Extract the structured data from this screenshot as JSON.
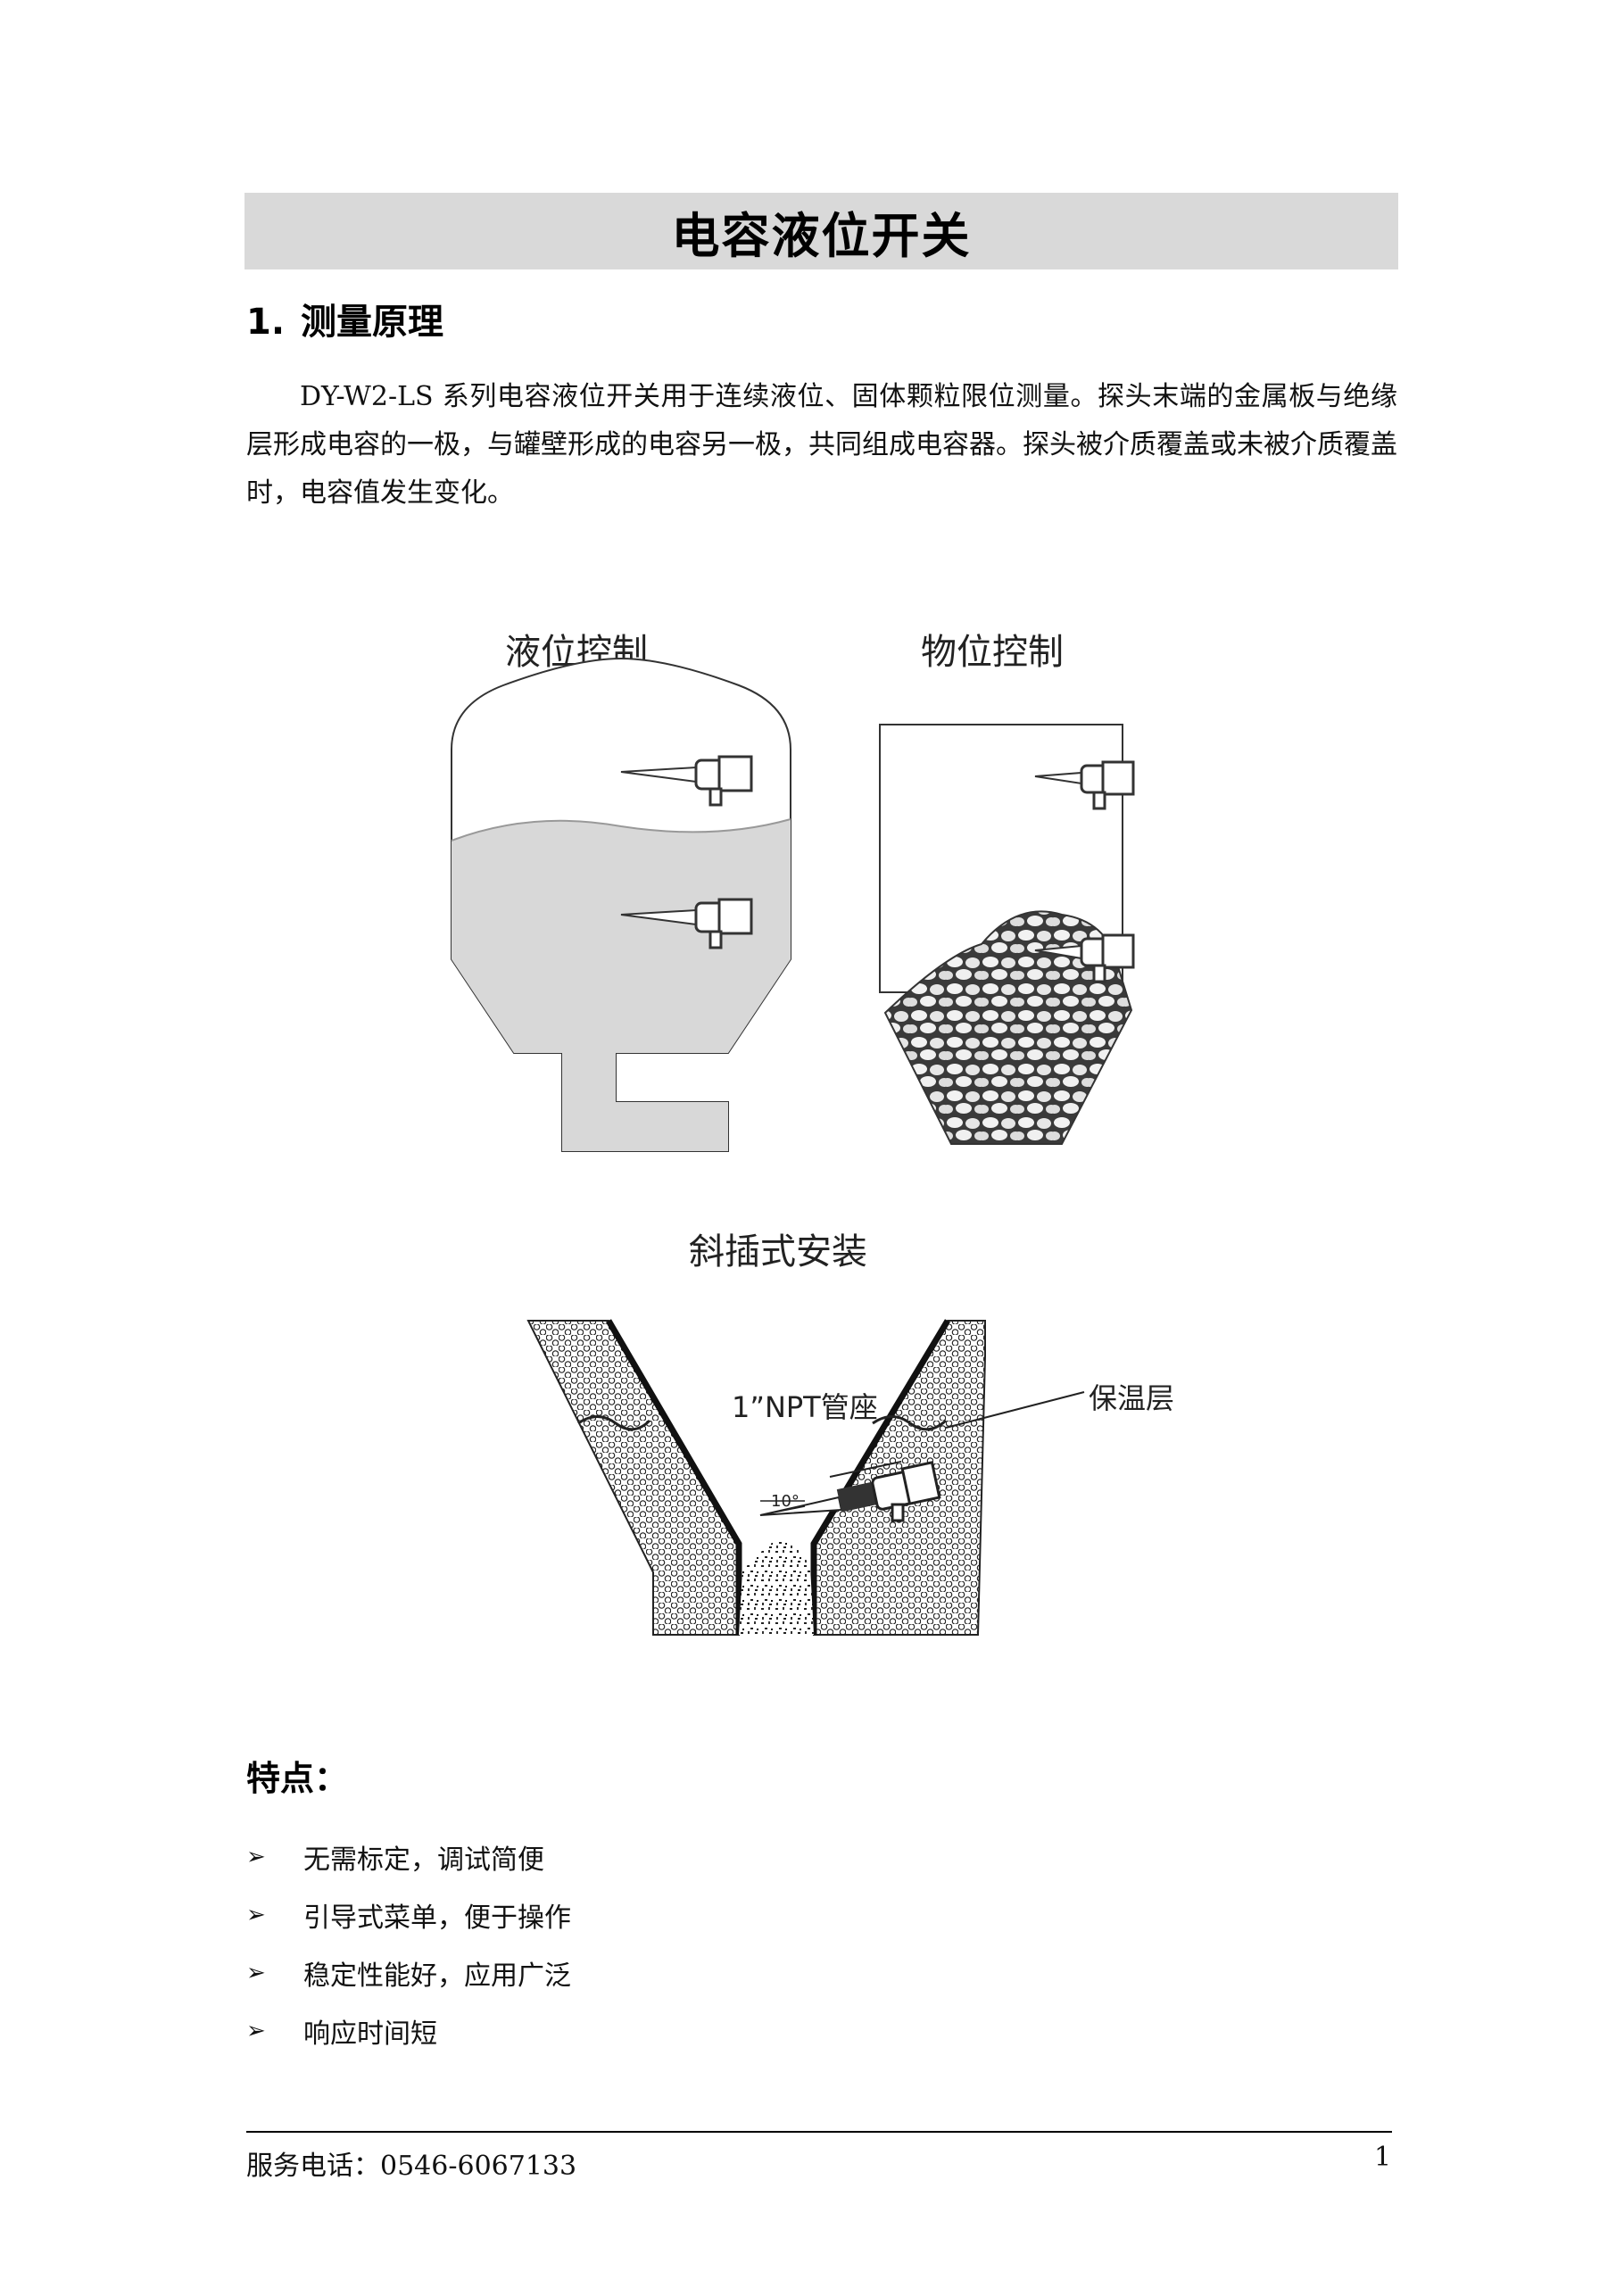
{
  "document": {
    "title": "电容液位开关",
    "section": {
      "number": "1.",
      "title": "测量原理"
    },
    "intro": "DY-W2-LS 系列电容液位开关用于连续液位、固体颗粒限位测量。探头末端的金属板与绝缘层形成电容的一极，与罐壁形成的电容另一极，共同组成电容器。探头被介质覆盖或未被介质覆盖时，电容值发生变化。"
  },
  "figure": {
    "liquid_label": "液位控制",
    "solid_label": "物位控制",
    "install_label": "斜插式安装",
    "npt_label": "1”NPT管座",
    "insulation_label": "保温层",
    "angle_label": "10°"
  },
  "features": {
    "heading": "特点：",
    "bullet_glyph": "➢",
    "items": [
      {
        "label": "无需标定，调试简便"
      },
      {
        "label": "引导式菜单，便于操作"
      },
      {
        "label": "稳定性能好，应用广泛"
      },
      {
        "label": "响应时间短"
      }
    ]
  },
  "footer": {
    "service_phone": "服务电话：0546-6067133",
    "page_number": "1"
  }
}
